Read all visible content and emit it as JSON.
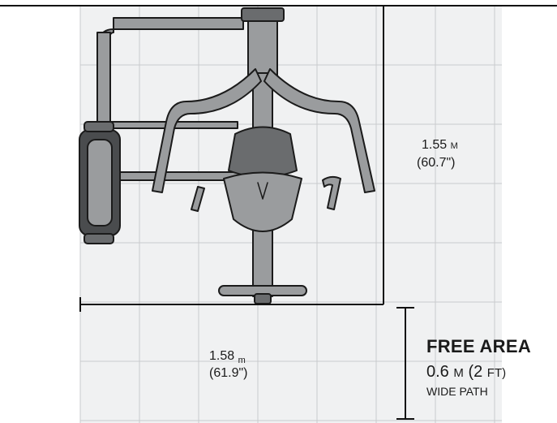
{
  "colors": {
    "grid_fill": "#f0f1f2",
    "grid_line": "#c9cbcd",
    "machine_fill": "#9a9c9e",
    "machine_dark": "#4a4c4e",
    "machine_stroke": "#1b1b1b",
    "dimension_line": "#111111"
  },
  "depth_dimension": {
    "metric_value": "1.55",
    "metric_unit": "M",
    "imperial": "(60.7\")"
  },
  "width_dimension": {
    "metric_value": "1.58",
    "metric_unit": "m",
    "imperial": "(61.9\")"
  },
  "free_area": {
    "title": "FREE AREA",
    "dim_value_m": "0.6",
    "dim_unit_m": "M",
    "dim_value_ft_open": "(2",
    "dim_unit_ft": "FT)",
    "note": "WIDE PATH"
  }
}
